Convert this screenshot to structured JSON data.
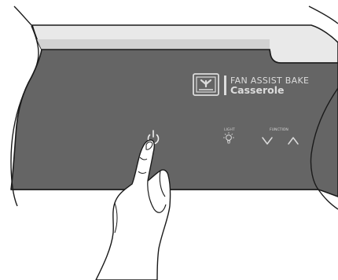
{
  "display": {
    "mode_title": "FAN ASSIST BAKE",
    "mode_subtitle": "Casserole",
    "mode_icon": "fan-bake-icon"
  },
  "controls": {
    "light_label": "LIGHT",
    "light_icon": "light-bulb-icon",
    "function_label": "FUNCTION",
    "function_down_icon": "chevron-down-icon",
    "function_up_icon": "chevron-up-icon",
    "power_icon": "power-icon"
  },
  "colors": {
    "panel": "#656565",
    "trim": "#e9e9e9",
    "text": "#dcdcdc"
  }
}
